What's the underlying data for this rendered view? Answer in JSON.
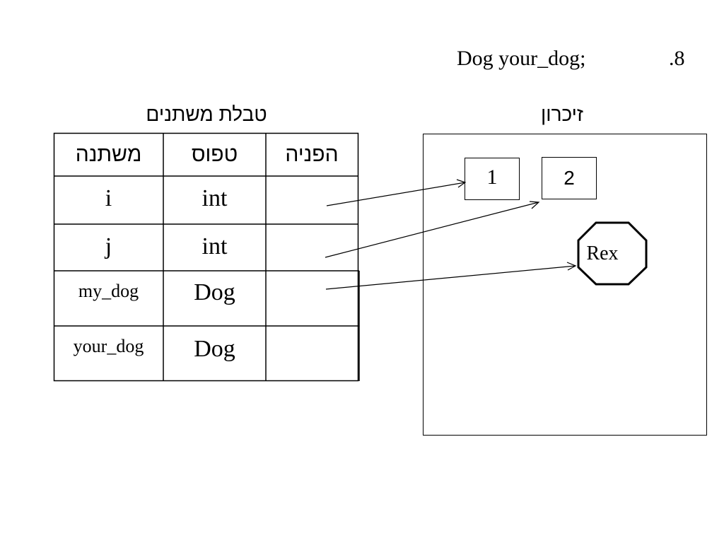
{
  "code_line": {
    "number": ".8",
    "statement": "Dog your_dog;"
  },
  "memory": {
    "title": "זיכרון",
    "cells": [
      "1",
      "2"
    ],
    "object_label": "Rex"
  },
  "variable_table": {
    "title": "טבלת משתנים",
    "headers": {
      "variable": "משתנה",
      "type": "טפוס",
      "reference": "הפניה"
    },
    "rows": [
      {
        "variable": "i",
        "type": "int",
        "reference": ""
      },
      {
        "variable": "j",
        "type": "int",
        "reference": ""
      },
      {
        "variable": "my_dog",
        "type": "Dog",
        "reference": ""
      },
      {
        "variable": "your_dog",
        "type": "Dog",
        "reference": ""
      }
    ]
  }
}
